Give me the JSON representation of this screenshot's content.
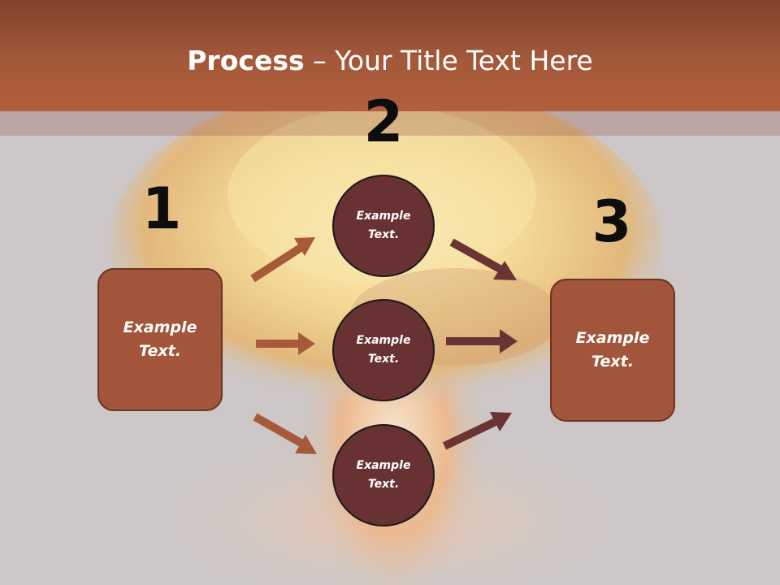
{
  "slide": {
    "title_strong": "Process",
    "title_rest": " – Your Title Text Here"
  },
  "steps": {
    "step1_number": "1",
    "step2_number": "2",
    "step3_number": "3"
  },
  "boxes": {
    "left_text": "Example Text.",
    "right_text": "Example Text."
  },
  "circles": [
    {
      "text": "Example Text."
    },
    {
      "text": "Example Text."
    },
    {
      "text": "Example Text."
    }
  ],
  "colors": {
    "title_bar": "#a4593a",
    "box_fill": "#a2553a",
    "circle_fill": "#683232",
    "arrow_left": "#a65a3a",
    "arrow_right": "#693434",
    "number_text": "#0d0d0d"
  }
}
